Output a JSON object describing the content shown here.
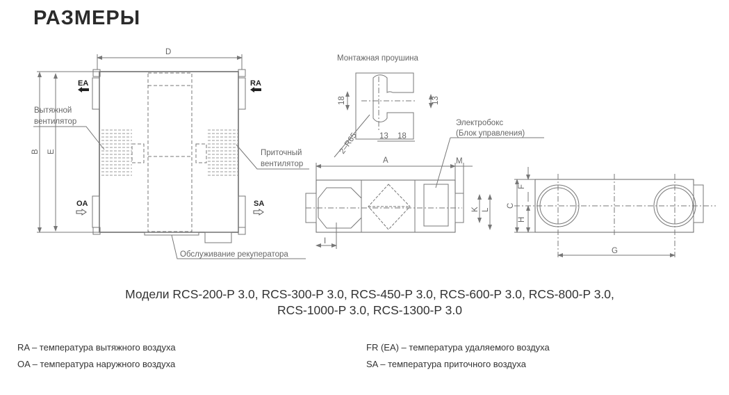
{
  "title": "РАЗМЕРЫ",
  "drawing": {
    "front_view": {
      "dim_D": "D",
      "dim_B": "B",
      "dim_E": "E",
      "ea": "EA",
      "ra": "RA",
      "oa": "OA",
      "sa": "SA",
      "exhaust_fan": [
        "Вытяжной",
        "вентилятор"
      ],
      "supply_fan": [
        "Приточный",
        "вентилятор"
      ],
      "service": "Обслуживание рекуператора"
    },
    "eyelet": {
      "title": "Монтажная проушина",
      "dim_18_left": "18",
      "dim_13_right": "13",
      "dim_13_bottom": "13",
      "dim_18_bottom": "18",
      "radius": "2–R65"
    },
    "side_view": {
      "electrobox": [
        "Электробокс",
        "(Блок управления)"
      ],
      "dim_A": "A",
      "dim_M": "M",
      "dim_K": "K",
      "dim_L": "L",
      "dim_I": "I"
    },
    "end_view": {
      "dim_C": "C",
      "dim_F": "F",
      "dim_H": "H",
      "dim_G": "G"
    }
  },
  "models": [
    "Модели RCS-200-P 3.0, RCS-300-P 3.0, RCS-450-P 3.0, RCS-600-P 3.0, RCS-800-P 3.0,",
    "RCS-1000-P 3.0, RCS-1300-P 3.0"
  ],
  "legend": {
    "ra": "RA – температура вытяжного воздуха",
    "oa": "OA – температура наружного воздуха",
    "fr": "FR (EA) – температура удаляемого воздуха",
    "sa": "SA – температура приточного воздуха"
  }
}
